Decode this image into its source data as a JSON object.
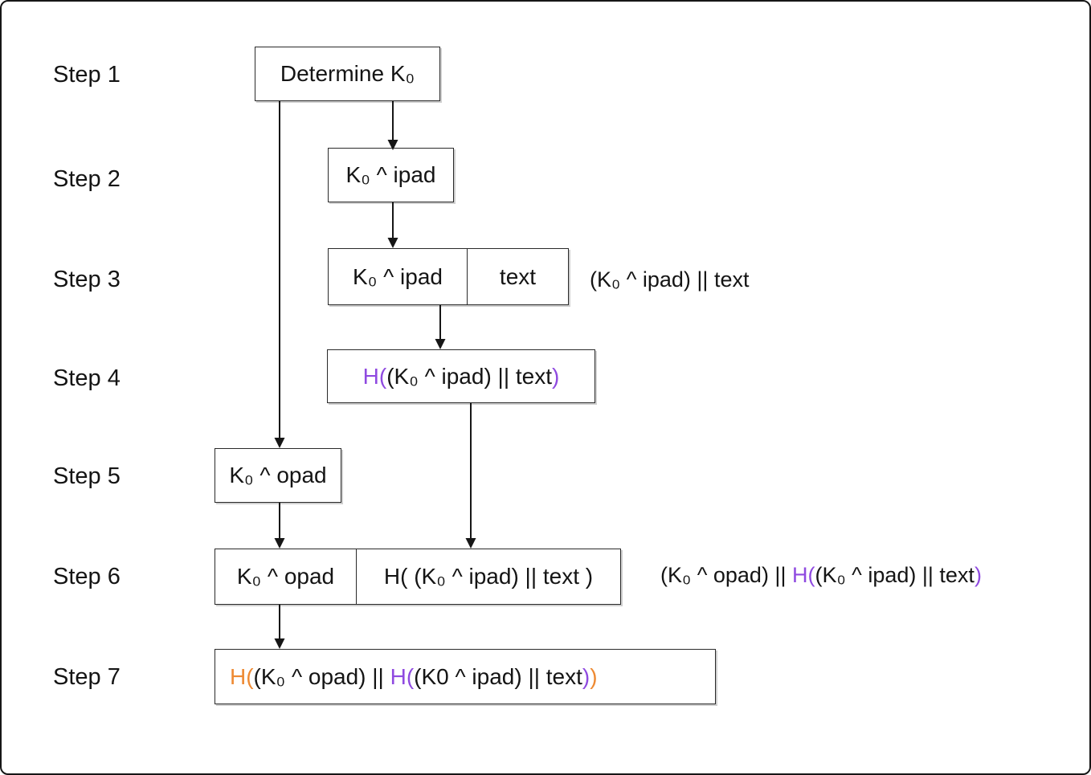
{
  "colors": {
    "purple": "#8f4ae0",
    "orange": "#ee8a33",
    "ink": "#141414"
  },
  "step_labels": [
    "Step 1",
    "Step 2",
    "Step 3",
    "Step 4",
    "Step 5",
    "Step 6",
    "Step 7"
  ],
  "nodes": {
    "determine_k0": {
      "segments": [
        {
          "t": "Determine K₀"
        }
      ]
    },
    "k0_xor_ipad": {
      "segments": [
        {
          "t": "K₀ ^ ipad"
        }
      ]
    },
    "k0_xor_ipad_cell": {
      "segments": [
        {
          "t": "K₀ ^ ipad"
        }
      ]
    },
    "text_cell": {
      "segments": [
        {
          "t": "text"
        }
      ]
    },
    "hash_inner": {
      "segments": [
        {
          "t": "H(",
          "c": "purple"
        },
        {
          "t": "(K₀ ^ ipad) || text"
        },
        {
          "t": ")",
          "c": "purple"
        }
      ]
    },
    "k0_xor_opad": {
      "segments": [
        {
          "t": "K₀ ^ opad"
        }
      ]
    },
    "k0_xor_opad_cell": {
      "segments": [
        {
          "t": "K₀ ^ opad"
        }
      ]
    },
    "hash_inner_cell": {
      "segments": [
        {
          "t": "H( (K₀ ^ ipad) || text )"
        }
      ]
    },
    "hash_outer": {
      "segments": [
        {
          "t": "H(",
          "c": "orange"
        },
        {
          "t": "(K₀ ^ opad) || "
        },
        {
          "t": "H(",
          "c": "purple"
        },
        {
          "t": "(K0 ^ ipad) || text"
        },
        {
          "t": ")",
          "c": "purple"
        },
        {
          "t": ")",
          "c": "orange"
        }
      ]
    }
  },
  "annotations": {
    "step3": {
      "segments": [
        {
          "t": "(K₀ ^ ipad) || text"
        }
      ]
    },
    "step6": {
      "segments": [
        {
          "t": "(K₀ ^ opad) || "
        },
        {
          "t": "H(",
          "c": "purple"
        },
        {
          "t": "(K₀ ^ ipad) || text"
        },
        {
          "t": ")",
          "c": "purple"
        }
      ]
    }
  }
}
